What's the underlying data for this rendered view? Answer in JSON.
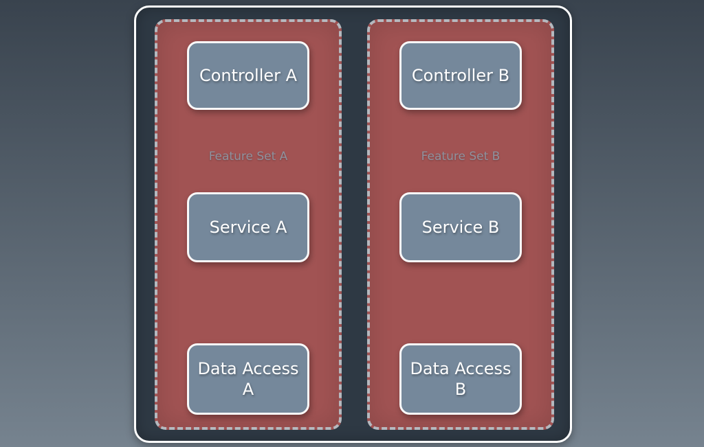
{
  "diagram": {
    "groups": [
      {
        "feature_label": "Feature Set A",
        "boxes": [
          {
            "label": "Controller A"
          },
          {
            "label": "Service A"
          },
          {
            "label": "Data Access A"
          }
        ]
      },
      {
        "feature_label": "Feature Set B",
        "boxes": [
          {
            "label": "Controller B"
          },
          {
            "label": "Service B"
          },
          {
            "label": "Data Access B"
          }
        ]
      }
    ]
  },
  "colors": {
    "background_top": "#39434e",
    "background_bottom": "#76838f",
    "outer_fill": "#2e3944",
    "outer_border": "#ffffff",
    "group_fill": "#a15353",
    "group_border": "#b5b9bf",
    "box_fill": "#75889b",
    "box_border": "#fafafa",
    "box_text": "#ffffff",
    "label_text": "#8f929e"
  }
}
